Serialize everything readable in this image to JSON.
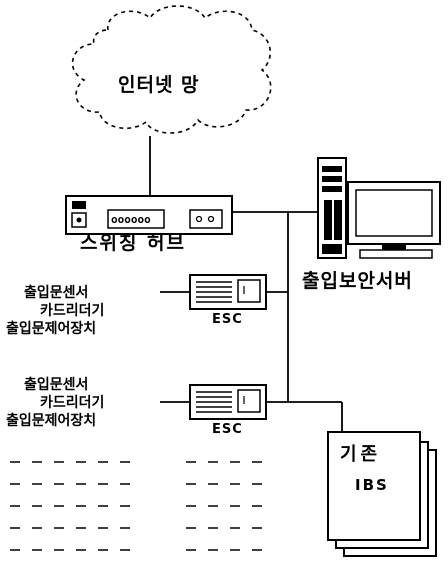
{
  "cloud": {
    "label": "인터넷 망"
  },
  "hub": {
    "label": "스위칭 허브",
    "ports": "oooooo"
  },
  "server": {
    "label": "출입보안서버"
  },
  "controllers": [
    {
      "lines": [
        "출입문센서",
        "카드리더기",
        "출입문제어장치"
      ],
      "box_label": "ESC"
    },
    {
      "lines": [
        "출입문센서",
        "카드리더기",
        "출입문제어장치"
      ],
      "box_label": "ESC"
    }
  ],
  "ibs": {
    "line1": "기존",
    "line2": "IBS"
  },
  "continuation_rows": 5
}
